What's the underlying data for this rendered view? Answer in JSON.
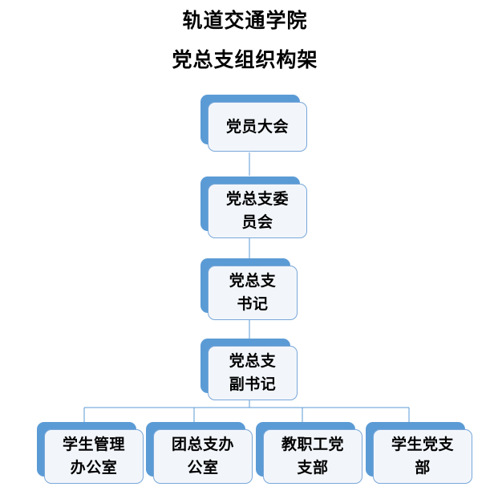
{
  "document": {
    "title_line_1": "轨道交通学院",
    "title_line_2": "党总支组织构架"
  },
  "theme": {
    "box_fill": "#F2F6FB",
    "box_border": "#79A7D8",
    "box_shadow": "#5B9BD5",
    "connector": "#5B9BD5",
    "text": "#000000",
    "background": "#FFFFFF"
  },
  "chart_data": {
    "type": "diagram",
    "diagram_kind": "organization-chart",
    "title": "轨道交通学院党总支组织构架",
    "orientation": "top-down",
    "nodes": [
      {
        "id": "n1",
        "label": "党员大会",
        "level": 0
      },
      {
        "id": "n2",
        "label": "党总支委\n员会",
        "level": 1
      },
      {
        "id": "n3",
        "label": "党总支\n书记",
        "level": 2
      },
      {
        "id": "n4",
        "label": "党总支\n副书记",
        "level": 3
      },
      {
        "id": "n5",
        "label": "学生管理\n办公室",
        "level": 4
      },
      {
        "id": "n6",
        "label": "团总支办\n公室",
        "level": 4
      },
      {
        "id": "n7",
        "label": "教职工党\n支部",
        "level": 4
      },
      {
        "id": "n8",
        "label": "学生党支\n部",
        "level": 4
      }
    ],
    "edges": [
      {
        "from": "n1",
        "to": "n2"
      },
      {
        "from": "n2",
        "to": "n3"
      },
      {
        "from": "n3",
        "to": "n4"
      },
      {
        "from": "n4",
        "to": "n5"
      },
      {
        "from": "n4",
        "to": "n6"
      },
      {
        "from": "n4",
        "to": "n7"
      },
      {
        "from": "n4",
        "to": "n8"
      }
    ]
  }
}
